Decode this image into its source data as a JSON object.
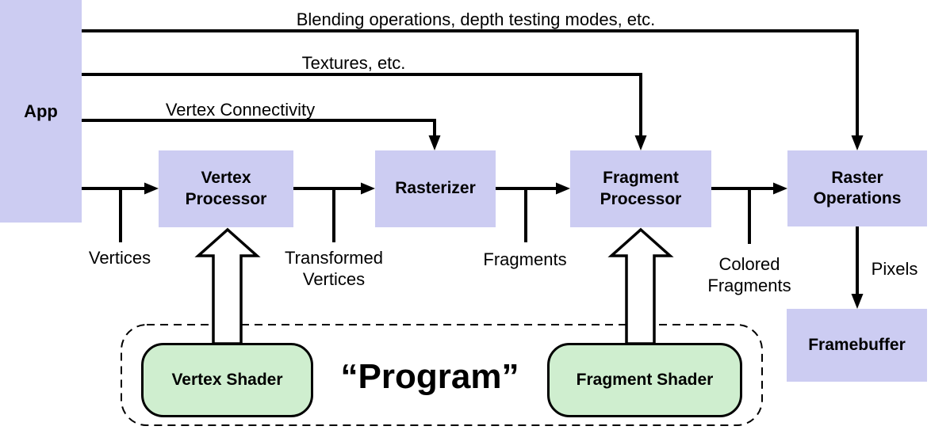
{
  "diagram": {
    "nodes": {
      "app": "App",
      "vertex_processor": "Vertex Processor",
      "rasterizer": "Rasterizer",
      "fragment_processor": "Fragment Processor",
      "raster_operations": "Raster Operations",
      "framebuffer": "Framebuffer",
      "vertex_shader": "Vertex Shader",
      "fragment_shader": "Fragment Shader"
    },
    "group_label": "“Program”",
    "edge_labels": {
      "blending": "Blending operations, depth testing modes, etc.",
      "textures": "Textures, etc.",
      "vertex_connectivity": "Vertex Connectivity",
      "vertices": "Vertices",
      "transformed_vertices": "Transformed Vertices",
      "fragments": "Fragments",
      "colored_fragments": "Colored Fragments",
      "pixels": "Pixels"
    },
    "colors": {
      "stage_fill": "#ccccf2",
      "shader_fill": "#cfeecf",
      "line": "#000000",
      "background": "#ffffff"
    }
  }
}
